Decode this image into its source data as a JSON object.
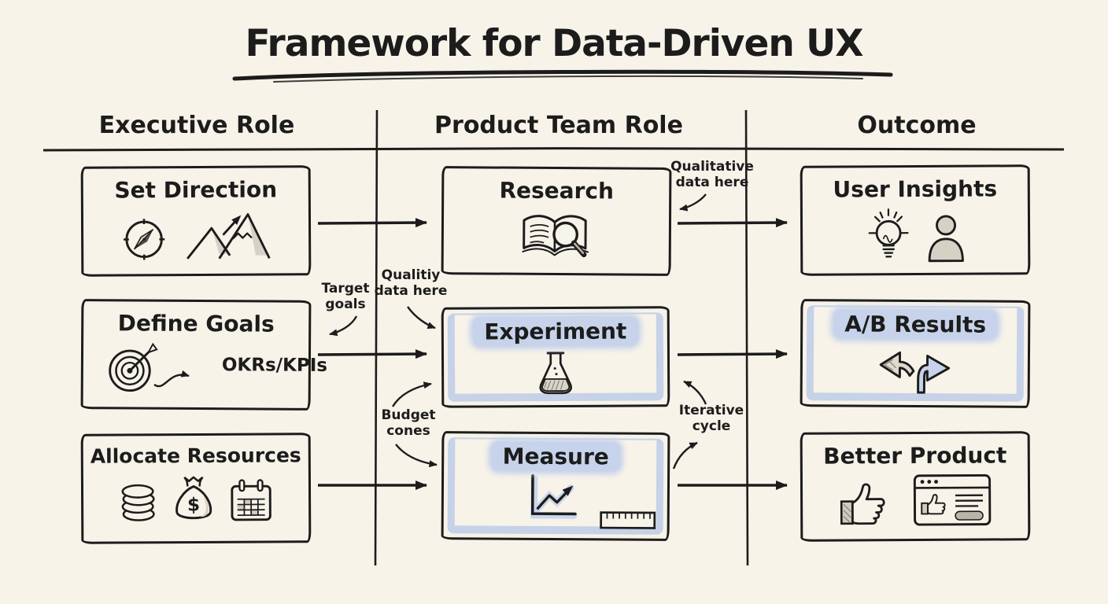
{
  "title": "Framework for Data-Driven UX",
  "columns": [
    {
      "label": "Executive Role"
    },
    {
      "label": "Product Team Role"
    },
    {
      "label": "Outcome"
    }
  ],
  "boxes": {
    "set_direction": {
      "label": "Set Direction",
      "icons": [
        "compass-icon",
        "mountain-growth-icon"
      ]
    },
    "define_goals": {
      "label": "Define Goals",
      "note": "OKRs/KPIs",
      "icons": [
        "target-icon",
        "curvy-arrow-icon"
      ]
    },
    "allocate_resources": {
      "label": "Allocate Resources",
      "icons": [
        "coins-icon",
        "money-bag-icon",
        "calendar-icon"
      ]
    },
    "research": {
      "label": "Research",
      "icons": [
        "book-magnifier-icon"
      ]
    },
    "experiment": {
      "label": "Experiment",
      "highlighted": true,
      "icons": [
        "flask-icon"
      ]
    },
    "measure": {
      "label": "Measure",
      "highlighted": true,
      "icons": [
        "growth-chart-icon",
        "ruler-icon"
      ]
    },
    "user_insights": {
      "label": "User Insights",
      "icons": [
        "lightbulb-icon",
        "person-icon"
      ]
    },
    "ab_results": {
      "label": "A/B Results",
      "highlighted": true,
      "icons": [
        "split-arrows-icon"
      ]
    },
    "better_product": {
      "label": "Better Product",
      "icons": [
        "thumbs-up-icon",
        "browser-thumbs-up-icon"
      ]
    }
  },
  "annotations": {
    "qualitative_data": "Qualitative data here",
    "target_goals": "Target goals",
    "quality_data": "Qualitiy data here",
    "budget": "Budget cones",
    "iterative_cycle": "Iterative cycle"
  },
  "colors": {
    "background": "#f7f3e9",
    "ink": "#1c1c1c",
    "highlight": "#c7d3ea"
  }
}
